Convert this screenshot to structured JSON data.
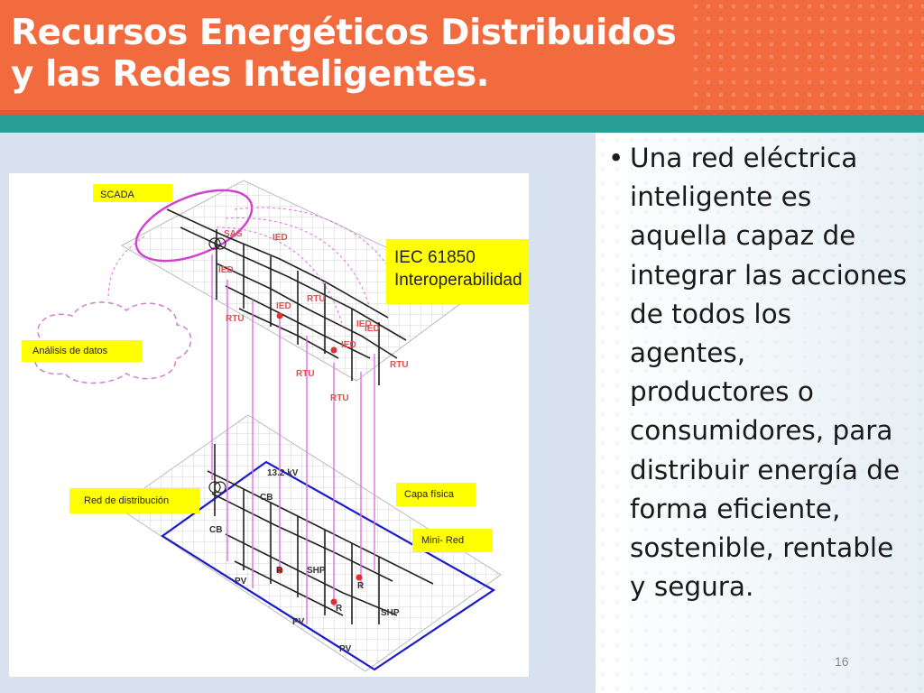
{
  "header": {
    "title_line1": "Recursos Energéticos Distribuidos",
    "title_line2": "y las Redes Inteligentes."
  },
  "diagram": {
    "callouts": {
      "scada": "SCADA",
      "analisis": "Análisis de datos",
      "iec_line1": "IEC 61850",
      "iec_line2": "Interoperabilidad",
      "red_distribucion": "Red de distribución",
      "capa_fisica": "Capa física",
      "mini_red": "Mini- Red"
    },
    "upper_tags": [
      "SAS",
      "IED",
      "IED",
      "IED",
      "RTU",
      "IED",
      "RTU",
      "IED",
      "IED",
      "RTU",
      "RTU",
      "RTU"
    ],
    "lower_tags": [
      "13.2 kV",
      "CB",
      "CB",
      "R",
      "SHP",
      "R",
      "R",
      "SHP",
      "PV",
      "PV",
      "PV"
    ],
    "colors": {
      "grid": "#c8c8c8",
      "signal_lines": "#e070e0",
      "mini_red_border": "#1a1acc",
      "tag_text": "#e05050",
      "callout_bg": "#ffff00"
    }
  },
  "bullets": [
    "Una red eléctrica inteligente es aquella capaz de integrar las acciones de todos los agentes, productores o consumidores, para distribuir energía de forma eficiente, sostenible, rentable y segura."
  ],
  "bullet_glyph": "•",
  "footer": {
    "page_number": "16"
  }
}
